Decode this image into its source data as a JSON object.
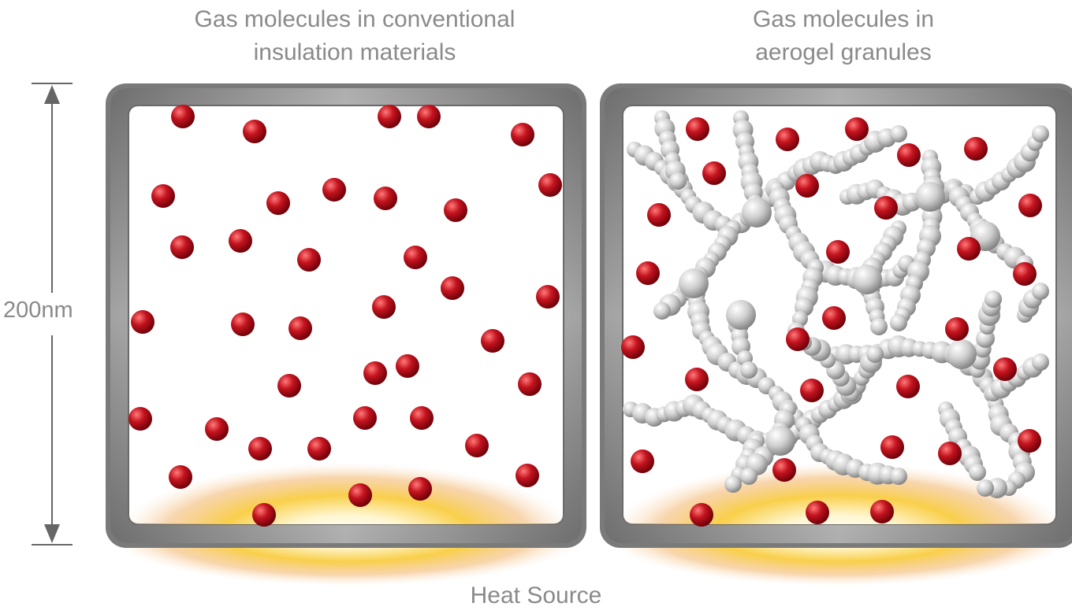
{
  "labels": {
    "left_title_line1": "Gas molecules in conventional",
    "left_title_line2": "insulation materials",
    "right_title_line1": "Gas molecules in",
    "right_title_line2": "aerogel granules",
    "dimension": "200nm",
    "heat_source": "Heat Source"
  },
  "colors": {
    "molecule": "#b01020",
    "frame": "#777777",
    "aerogel": "#c4c4c4",
    "heat": "#f5c040",
    "text": "#8a8a8a"
  }
}
